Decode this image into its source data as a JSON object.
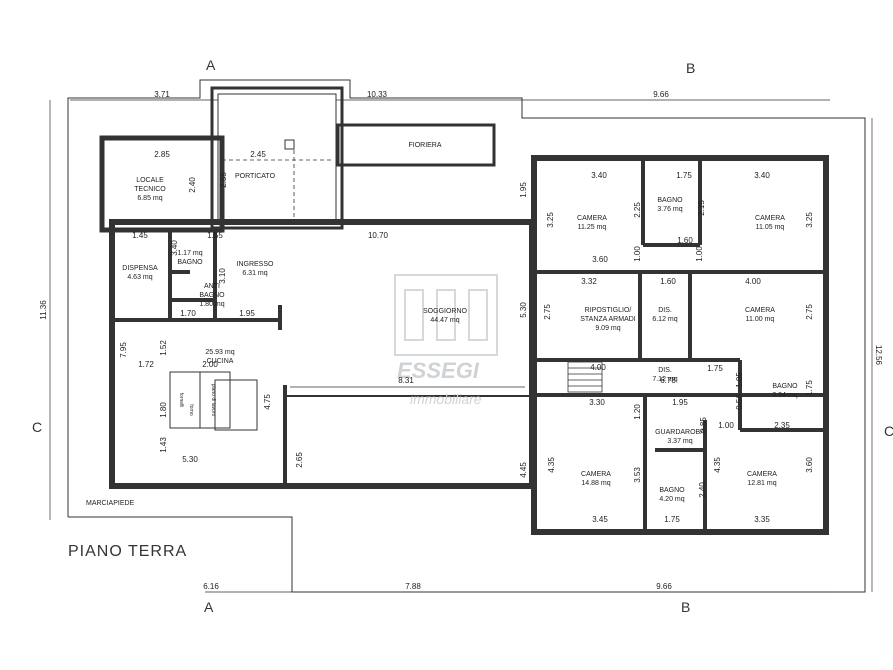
{
  "title": "PIANO TERRA",
  "axes": {
    "a_top": "A",
    "b_top": "B",
    "a_bottom": "A",
    "b_bottom": "B",
    "c_left": "C",
    "c_right": "C"
  },
  "watermark": {
    "brand": "ESSEGI",
    "tagline": "immobiliare"
  },
  "labels": {
    "marciapiede": "MARCIAPIEDE",
    "fioriera": "FIORIERA",
    "porticato": "PORTICATO",
    "locale_tecnico": "LOCALE\nTECNICO\n6.85 mq",
    "bagno_small": "1.17 mq\nBAGNO",
    "ingresso": "INGRESSO\n6.31 mq",
    "dispensa": "DISPENSA\n4.63 mq",
    "anti_bagno": "ANTI\nBAGNO\n1.80 mq",
    "cucina": "25.93 mq\nCUCINA",
    "soggiorno": "SOGGIORNO\n44.47 mq",
    "camera1": "CAMERA\n11.25 mq",
    "bagno1": "BAGNO\n3.76 mq",
    "camera2": "CAMERA\n11.05 mq",
    "ripostiglio": "RIPOSTIGLIO/\nSTANZA ARMADI\n9.09 mq",
    "dis1": "DIS.\n6.12 mq",
    "camera3": "CAMERA\n11.00 mq",
    "dis2": "DIS.\n7.12 mq",
    "bagno2": "BAGNO\n3.94 mq",
    "guardaroba": "GUARDAROBA\n3.37 mq",
    "camera4": "CAMERA\n14.88 mq",
    "bagno3": "BAGNO\n4.20 mq",
    "camera5": "CAMERA\n12.81 mq",
    "cooker1": "fornelli",
    "cooker2": "piano di lavoro",
    "cooker3": "forno"
  },
  "dims": {
    "top_371": "3.71",
    "top_1033": "10.33",
    "top_966": "9.66",
    "bot_616": "6.16",
    "bot_788": "7.88",
    "bot_966": "9.66",
    "left_1136": "11.36",
    "right_1256": "12.56",
    "d285": "2.85",
    "d240": "2.40",
    "d245": "2.45",
    "d255": "2.55",
    "d155": "1.55",
    "d145": "1.45",
    "d340a": "3.40",
    "d310": "3.10",
    "d195a": "1.95",
    "d1070": "10.70",
    "d170": "1.70",
    "d195b": "1.95",
    "d795": "7.95",
    "d152": "1.52",
    "d200": "2.00",
    "d172": "1.72",
    "d180": "1.80",
    "d143": "1.43",
    "d530a": "5.30",
    "d475": "4.75",
    "d265": "2.65",
    "d831": "8.31",
    "r340a": "3.40",
    "r175a": "1.75",
    "r340b": "3.40",
    "r225a": "2.25",
    "r215": "2.15",
    "r325a": "3.25",
    "r325b": "3.25",
    "r160a": "1.60",
    "r100a": "1.00",
    "r100b": "1.00",
    "r360": "3.60",
    "r332": "3.32",
    "r160b": "1.60",
    "r400a": "4.00",
    "r530": "5.30",
    "r275a": "2.75",
    "r275b": "2.75",
    "r400b": "4.00",
    "r678": "6.78",
    "r175b": "1.75",
    "r105": "1.05",
    "r175c": "1.75",
    "r330": "3.30",
    "r195": "1.95",
    "r120": "1.20",
    "r085": "0.85",
    "r100c": "1.00",
    "r235": "2.35",
    "r056": "0.56",
    "r445": "4.45",
    "r435a": "4.35",
    "r353": "3.53",
    "r240": "2.40",
    "r435b": "4.35",
    "r360b": "3.60",
    "r345": "3.45",
    "r175d": "1.75",
    "r335": "3.35",
    "r195c": "1.95"
  }
}
